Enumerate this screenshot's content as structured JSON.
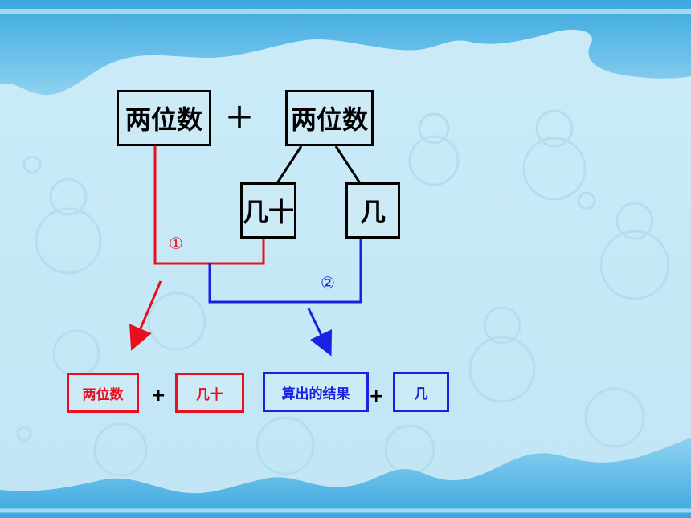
{
  "top": {
    "left_box": "两位数",
    "plus": "＋",
    "right_box": "两位数",
    "tens_box": "几十",
    "ones_box": "几"
  },
  "markers": {
    "step1": "①",
    "step2": "②"
  },
  "bottom": {
    "first_addend": "两位数",
    "plus1": "+",
    "tens": "几十",
    "result": "算出的结果",
    "plus2": "+",
    "ones": "几"
  },
  "colors": {
    "step1": "#e8101e",
    "step2": "#1822e0",
    "tree": "#000000"
  }
}
